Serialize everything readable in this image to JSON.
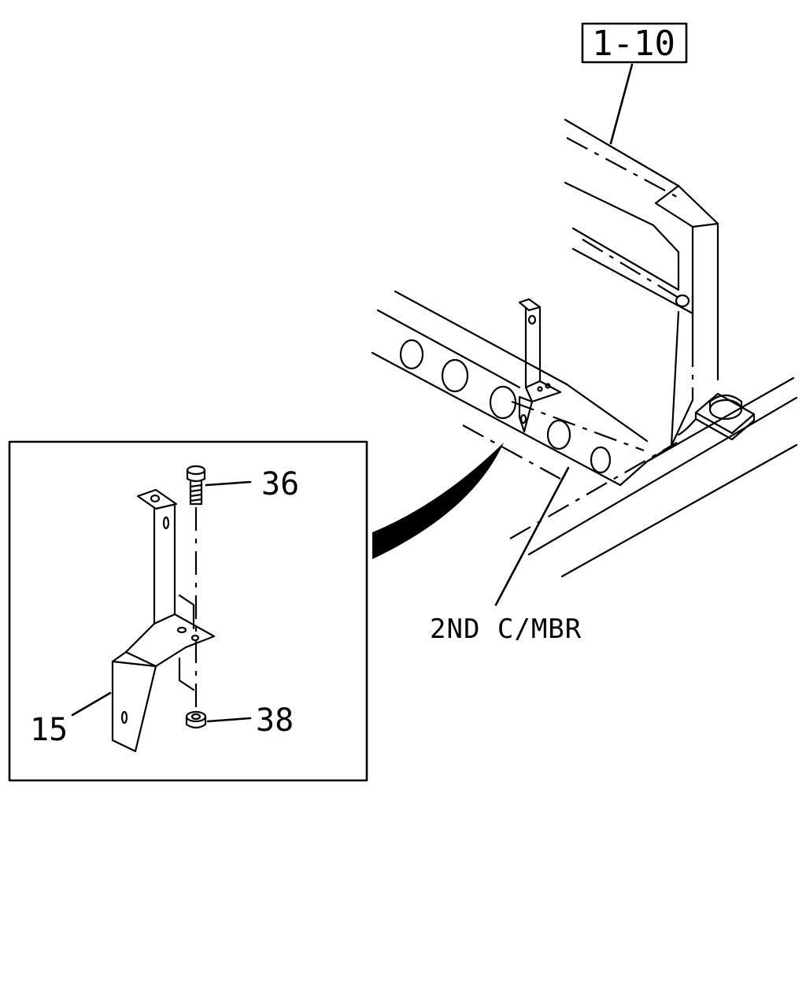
{
  "callouts": {
    "ref_1_10": "1-10",
    "member_label": "2ND C/MBR",
    "part_36": "36",
    "part_38": "38",
    "part_15": "15"
  },
  "colors": {
    "line": "#000000",
    "background": "#ffffff"
  }
}
